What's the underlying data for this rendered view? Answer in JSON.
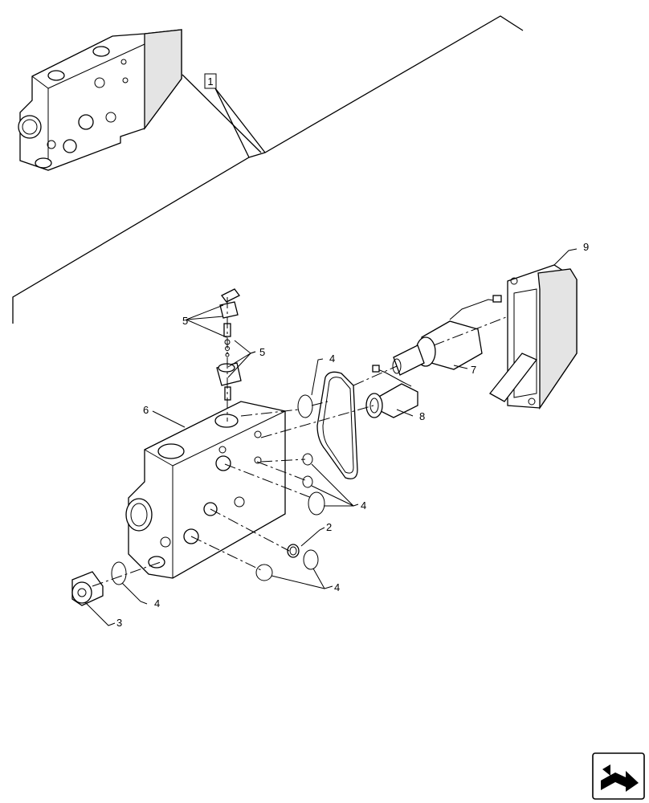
{
  "callouts": {
    "ref_1": "1",
    "ref_2": "2",
    "ref_3": "3",
    "ref_4a": "4",
    "ref_4b": "4",
    "ref_4c": "4",
    "ref_4d": "4",
    "ref_5a": "5",
    "ref_5b": "5",
    "ref_6": "6",
    "ref_7": "7",
    "ref_8": "8",
    "ref_9": "9"
  },
  "nav": {
    "icon": "next-page-arrow-icon"
  }
}
